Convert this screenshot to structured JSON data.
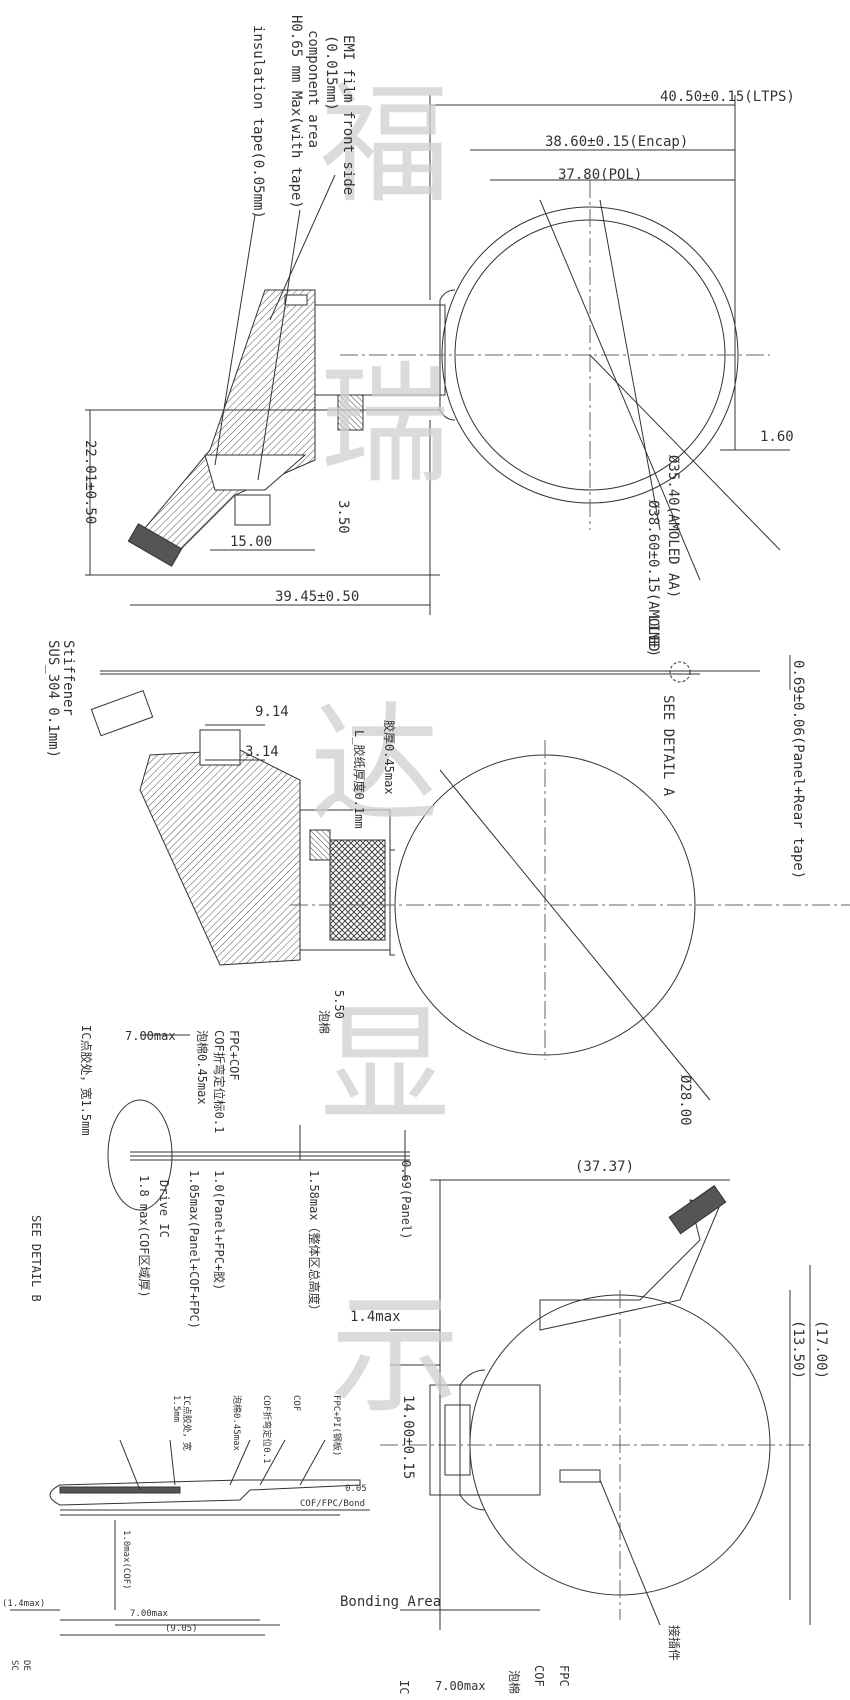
{
  "watermark": {
    "chars": [
      "福",
      "瑞",
      "达",
      "显",
      "示"
    ]
  },
  "view_top": {
    "dim_ltps": "40.50±0.15(LTPS)",
    "dim_encap": "38.60±0.15(Encap)",
    "dim_pol": "37.80(POL)",
    "dim_aa": "Ø35.40(AMOLED AA)",
    "dim_amoled": "Ø38.60±0.15(AMOLED",
    "dim_line": "LINE)",
    "dim_160": "1.60",
    "dim_2201": "22.01±0.50",
    "dim_1500": "15.00",
    "dim_350": "3.50",
    "dim_3945": "39.45±0.50",
    "note_emi": "EMI film front side",
    "note_emi_t": "(0.015mm)",
    "note_component": "component area",
    "note_h065": "H0.65 mm Max(with  tape)",
    "note_insulation": "insulation tape(0.05mm)"
  },
  "view_mid": {
    "note_stiffener": "Stiffener",
    "note_sus": "SUS_304 0.1mm)",
    "dim_914": "9.14",
    "dim_314": "3.14",
    "note_l_tape": "L_胶纸厚度0.1mm",
    "note_045": "胶厚0.45max",
    "note_detail_a": "SEE DETAIL A",
    "dim_069": "0.69±0.06(Panel+Rear tape)",
    "dim_550": "5.50",
    "note_tape": "泡棉",
    "dim_2800": "Ø28.00"
  },
  "view_bottom": {
    "note_fpc_cof": "FPC+COF",
    "note_cof_mark": "COF折弯定位标0.1",
    "note_045max": "泡棉0.45max",
    "dim_700": "7.00max",
    "note_ic": "IC点胶处，宽1.5mm",
    "note_detail_b": "SEE DETAIL B",
    "note_18": "1.8 max(COF区域厚)",
    "note_drive": "Drive IC",
    "note_105": "1.05max(Panel+COF+FPC)",
    "note_10": "1.0(Panel+FPC+胶)",
    "note_158": "1.58max（整体区总高度）",
    "note_069": "0.69(Panel)",
    "dim_3737": "(37.37)",
    "dim_14max": "1.4max",
    "dim_1400": "14.00±0.15",
    "dim_1350": "(13.50)",
    "dim_1700": "(17.00)",
    "note_bonding": "Bonding Area",
    "note_connector": "接插件"
  },
  "detail_b": {
    "note_ic_glue": "IC点胶处，宽",
    "note_15": "1.5mm",
    "note_045": "泡棉0.45max",
    "note_cof_mark": "COF折弯定位0.1",
    "note_cof": "COF",
    "note_fpc": "FPC+PI(钢板)",
    "note_005": "0.05",
    "note_bond": "COF/FPC/Bond",
    "dim_10max": "1.0max(COF)",
    "dim_700": "7.00max",
    "dim_14": "(1.4max)",
    "dim_905": "(9.05)",
    "note_de": "DE",
    "note_sc": "SC"
  },
  "legend_bottom": {
    "ic": "IC",
    "dim_700": "7.00max",
    "foam": "泡棉",
    "cof": "COF",
    "fpc": "FPC"
  }
}
